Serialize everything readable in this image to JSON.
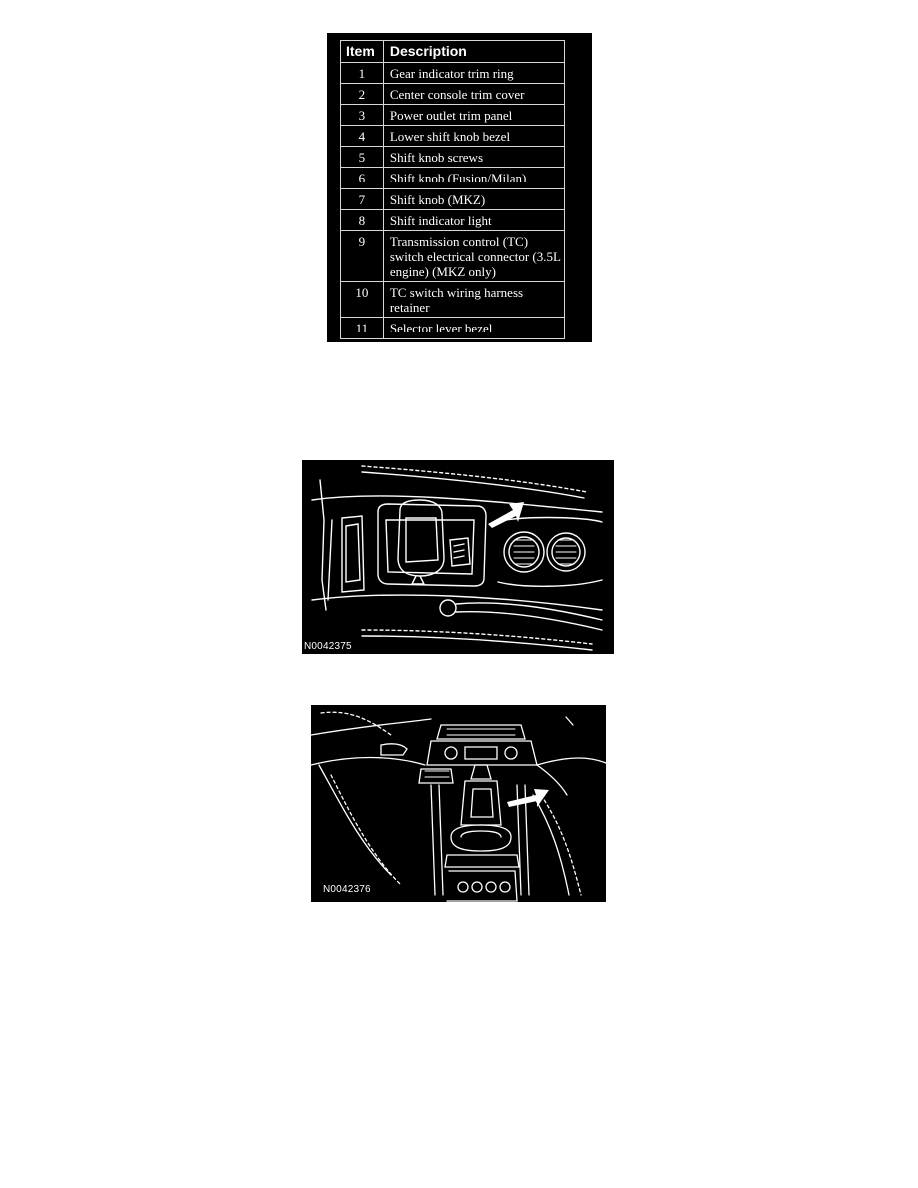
{
  "legend": {
    "header": {
      "item": "Item",
      "description": "Description"
    },
    "rows": [
      {
        "item": "1",
        "description": "Gear indicator trim ring"
      },
      {
        "item": "2",
        "description": "Center console trim cover"
      },
      {
        "item": "3",
        "description": "Power outlet trim panel"
      },
      {
        "item": "4",
        "description": "Lower shift knob bezel"
      },
      {
        "item": "5",
        "description": "Shift knob screws"
      },
      {
        "item": "6",
        "description": "Shift knob (Fusion/Milan)"
      },
      {
        "item": "7",
        "description": "Shift knob (MKZ)"
      },
      {
        "item": "8",
        "description": "Shift indicator light"
      },
      {
        "item": "9",
        "description": "Transmission control (TC) switch electrical connector (3.5L engine) (MKZ only)"
      },
      {
        "item": "10",
        "description": "TC switch wiring harness retainer"
      },
      {
        "item": "11",
        "description": "Selector lever bezel"
      }
    ]
  },
  "figures": [
    {
      "code": "N0042375"
    },
    {
      "code": "N0042376"
    }
  ]
}
